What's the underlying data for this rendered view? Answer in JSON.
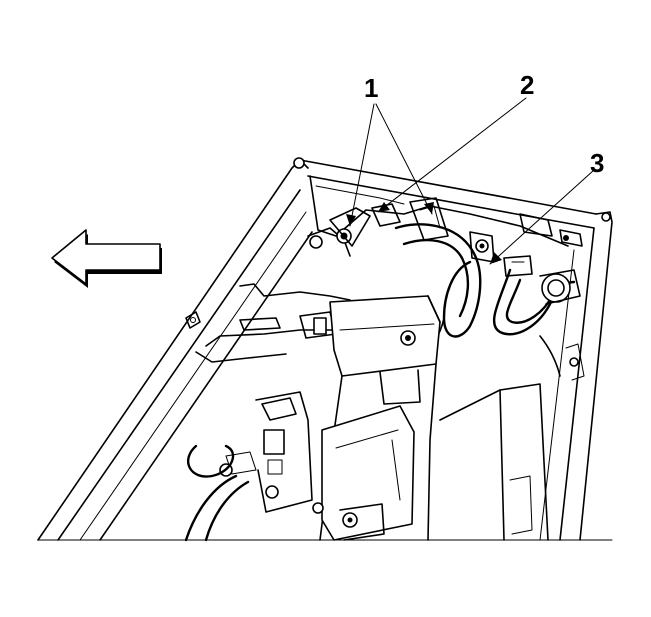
{
  "callouts": [
    {
      "number": "1",
      "meaning": ""
    },
    {
      "number": "2",
      "meaning": ""
    },
    {
      "number": "3",
      "meaning": ""
    }
  ],
  "direction_arrow": {
    "points": "left"
  },
  "colors": {
    "ink": "#000000",
    "paper": "#ffffff"
  }
}
